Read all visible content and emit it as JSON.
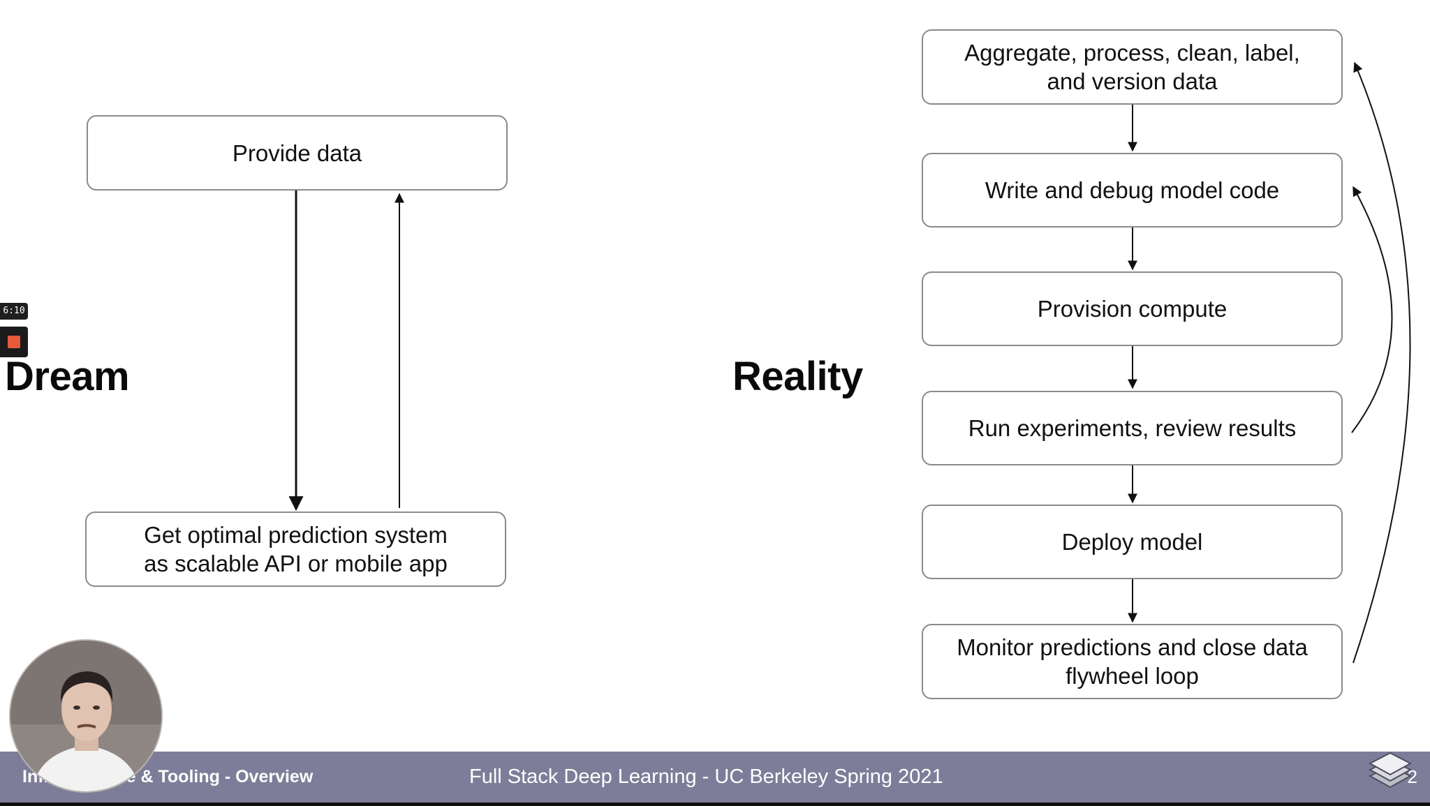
{
  "recording": {
    "timer": "6:10"
  },
  "dream": {
    "heading": "Dream",
    "boxes": [
      "Provide data",
      "Get optimal prediction system\nas scalable API or mobile app"
    ]
  },
  "reality": {
    "heading": "Reality",
    "boxes": [
      "Aggregate, process, clean, label,\nand version data",
      "Write and debug model code",
      "Provision compute",
      "Run experiments, review results",
      "Deploy model",
      "Monitor predictions and close data\nflywheel loop"
    ]
  },
  "footer": {
    "left_title": "Infrastructure & Tooling - Overview",
    "center_title": "Full Stack Deep Learning - UC Berkeley Spring 2021",
    "page_number": "2"
  },
  "colors": {
    "footer_bg": "#7e7d99",
    "record_dot": "#e65a3a",
    "box_border": "#8a8a8a"
  },
  "icons": [
    "layers-icon",
    "record-stop-icon"
  ]
}
